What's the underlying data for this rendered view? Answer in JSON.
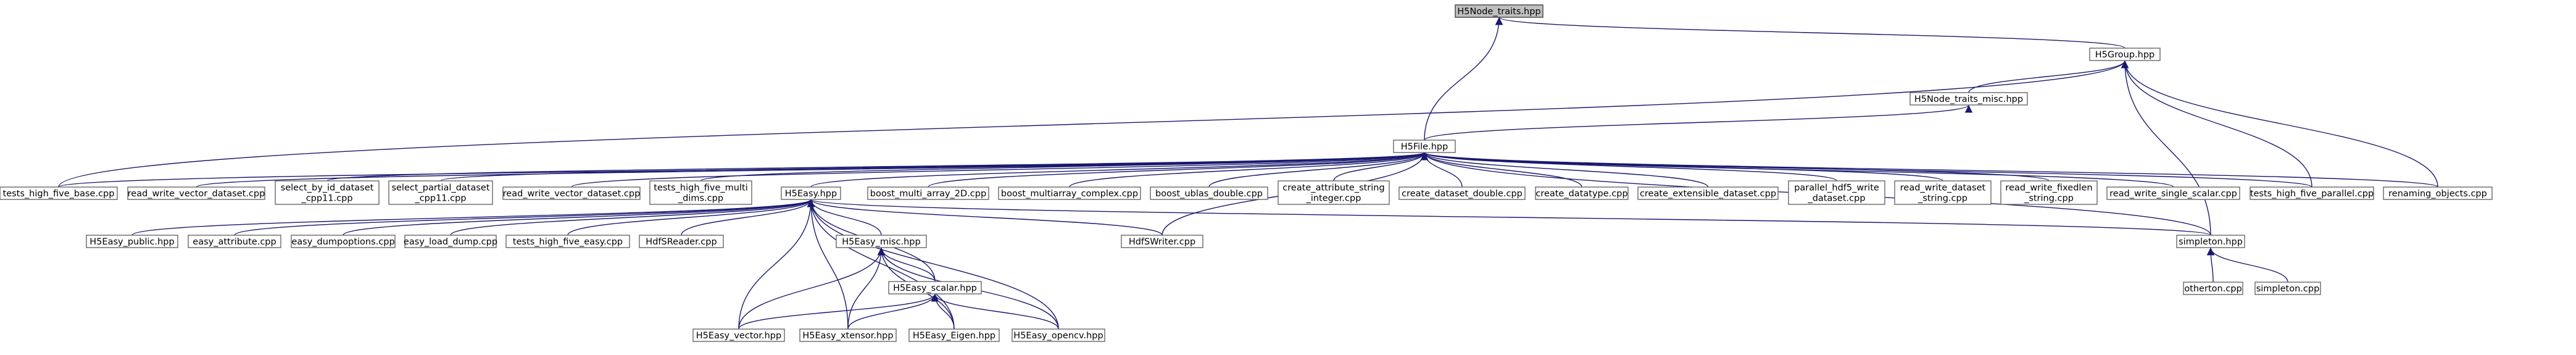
{
  "graph_type": "include dependency graph",
  "edge_color": "#191970",
  "root_fill": "#bfbfbf",
  "nodes": {
    "n0": [
      "H5Node_traits.hpp"
    ],
    "n1": [
      "H5Group.hpp"
    ],
    "n2": [
      "H5Node_traits_misc.hpp"
    ],
    "n3": [
      "H5File.hpp"
    ],
    "n4": [
      "tests_high_five_base.cpp"
    ],
    "n5": [
      "read_write_vector_dataset.cpp"
    ],
    "n6": [
      "select_by_id_dataset",
      "_cpp11.cpp"
    ],
    "n7": [
      "select_partial_dataset",
      "_cpp11.cpp"
    ],
    "n8": [
      "read_write_vector_dataset.cpp"
    ],
    "n9": [
      "tests_high_five_multi",
      "_dims.cpp"
    ],
    "n10": [
      "H5Easy.hpp"
    ],
    "n11": [
      "boost_multi_array_2D.cpp"
    ],
    "n12": [
      "boost_multiarray_complex.cpp"
    ],
    "n13": [
      "boost_ublas_double.cpp"
    ],
    "n14": [
      "create_attribute_string",
      "_integer.cpp"
    ],
    "n15": [
      "create_dataset_double.cpp"
    ],
    "n16": [
      "create_datatype.cpp"
    ],
    "n17": [
      "create_extensible_dataset.cpp"
    ],
    "n18": [
      "parallel_hdf5_write",
      "_dataset.cpp"
    ],
    "n19": [
      "read_write_dataset",
      "_string.cpp"
    ],
    "n20": [
      "read_write_fixedlen",
      "_string.cpp"
    ],
    "n21": [
      "read_write_single_scalar.cpp"
    ],
    "n22": [
      "tests_high_five_parallel.cpp"
    ],
    "n23": [
      "renaming_objects.cpp"
    ],
    "n24": [
      "H5Easy_public.hpp"
    ],
    "n25": [
      "easy_attribute.cpp"
    ],
    "n26": [
      "easy_dumpoptions.cpp"
    ],
    "n27": [
      "easy_load_dump.cpp"
    ],
    "n28": [
      "tests_high_five_easy.cpp"
    ],
    "n29": [
      "HdfSReader.cpp"
    ],
    "n30": [
      "H5Easy_misc.hpp"
    ],
    "n31": [
      "HdfSWriter.cpp"
    ],
    "n32": [
      "simpleton.hpp"
    ],
    "n33": [
      "H5Easy_scalar.hpp"
    ],
    "n34": [
      "otherton.cpp"
    ],
    "n35": [
      "simpleton.cpp"
    ],
    "n36": [
      "H5Easy_vector.hpp"
    ],
    "n37": [
      "H5Easy_xtensor.hpp"
    ],
    "n38": [
      "H5Easy_Eigen.hpp"
    ],
    "n39": [
      "H5Easy_opencv.hpp"
    ]
  }
}
